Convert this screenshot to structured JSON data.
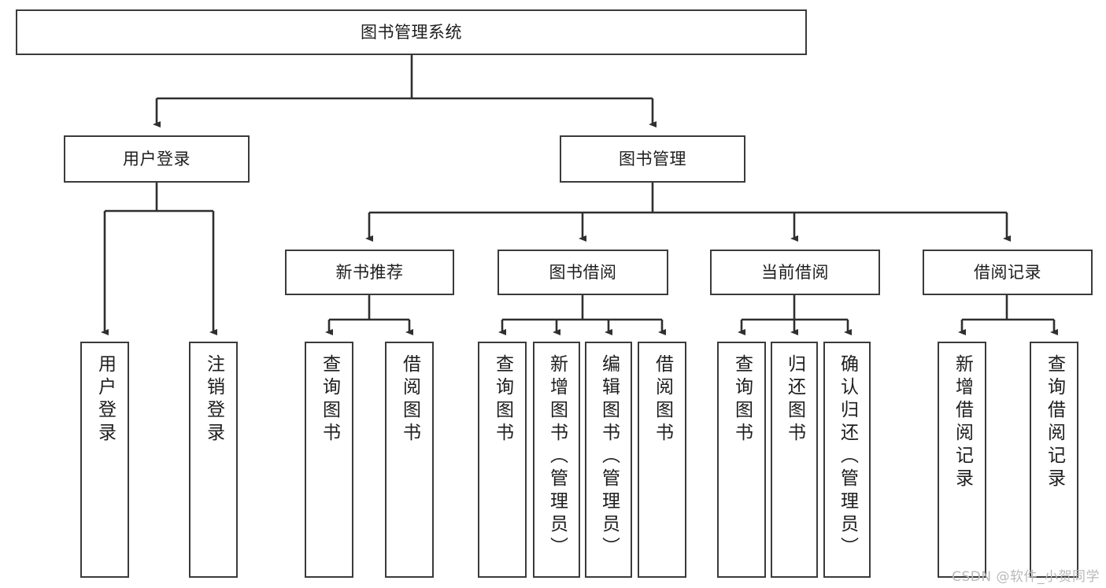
{
  "diagram": {
    "type": "tree",
    "title": "图书管理系统",
    "root": {
      "id": "root",
      "label": "图书管理系统"
    },
    "level2": [
      {
        "id": "user-login",
        "label": "用户登录"
      },
      {
        "id": "book-manage",
        "label": "图书管理"
      }
    ],
    "level3": [
      {
        "id": "new-book-rec",
        "label": "新书推荐",
        "parent": "book-manage"
      },
      {
        "id": "book-borrow",
        "label": "图书借阅",
        "parent": "book-manage"
      },
      {
        "id": "current-borrow",
        "label": "当前借阅",
        "parent": "book-manage"
      },
      {
        "id": "borrow-record",
        "label": "借阅记录",
        "parent": "book-manage"
      }
    ],
    "leaves": [
      {
        "id": "leaf-user-login",
        "label": "用户登录",
        "parent": "user-login"
      },
      {
        "id": "leaf-logout",
        "label": "注销登录",
        "parent": "user-login"
      },
      {
        "id": "leaf-query-book-1",
        "label": "查询图书",
        "parent": "new-book-rec"
      },
      {
        "id": "leaf-borrow-book-1",
        "label": "借阅图书",
        "parent": "new-book-rec"
      },
      {
        "id": "leaf-query-book-2",
        "label": "查询图书",
        "parent": "book-borrow"
      },
      {
        "id": "leaf-add-book",
        "label": "新增图书（管理员）",
        "parent": "book-borrow"
      },
      {
        "id": "leaf-edit-book",
        "label": "编辑图书（管理员）",
        "parent": "book-borrow"
      },
      {
        "id": "leaf-borrow-book-2",
        "label": "借阅图书",
        "parent": "book-borrow"
      },
      {
        "id": "leaf-query-book-3",
        "label": "查询图书",
        "parent": "current-borrow"
      },
      {
        "id": "leaf-return-book",
        "label": "归还图书",
        "parent": "current-borrow"
      },
      {
        "id": "leaf-confirm-return",
        "label": "确认归还（管理员）",
        "parent": "current-borrow"
      },
      {
        "id": "leaf-add-record",
        "label": "新增借阅记录",
        "parent": "borrow-record"
      },
      {
        "id": "leaf-query-record",
        "label": "查询借阅记录",
        "parent": "borrow-record"
      }
    ],
    "colors": {
      "box_border": "#3b3b3b",
      "connector": "#2f2f2f",
      "text": "#1d1d1d",
      "background": "#ffffff",
      "watermark": "#b9b9b9"
    }
  },
  "watermark": {
    "text": "CSDN @软件_小贺同学"
  }
}
